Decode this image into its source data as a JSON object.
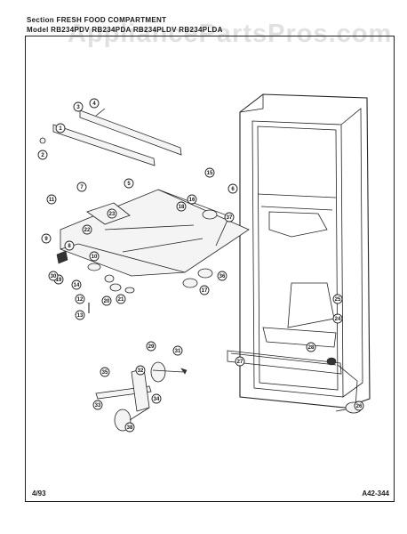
{
  "header": {
    "section_line": "Section FRESH FOOD COMPARTMENT",
    "model_line": "Model RB234PDV RB234PDA RB234PLDV RB234PLDA"
  },
  "watermark": "AppliancePartsPros.com",
  "footer": {
    "date": "4/93",
    "code": "A42-344"
  },
  "callouts": [
    "1",
    "2",
    "3",
    "4",
    "5",
    "6",
    "7",
    "8",
    "9",
    "10",
    "11",
    "12",
    "13",
    "14",
    "15",
    "16",
    "17",
    "18",
    "19",
    "20",
    "21",
    "22",
    "23",
    "24",
    "25",
    "26",
    "27",
    "28",
    "29",
    "30",
    "31",
    "32",
    "33",
    "34",
    "35",
    "36",
    "37",
    "38"
  ],
  "icons": {
    "refrigerator": "refrigerator-cabinet-outline",
    "shelf": "crisper-cover-assembly",
    "roller": "roller-wheel"
  }
}
